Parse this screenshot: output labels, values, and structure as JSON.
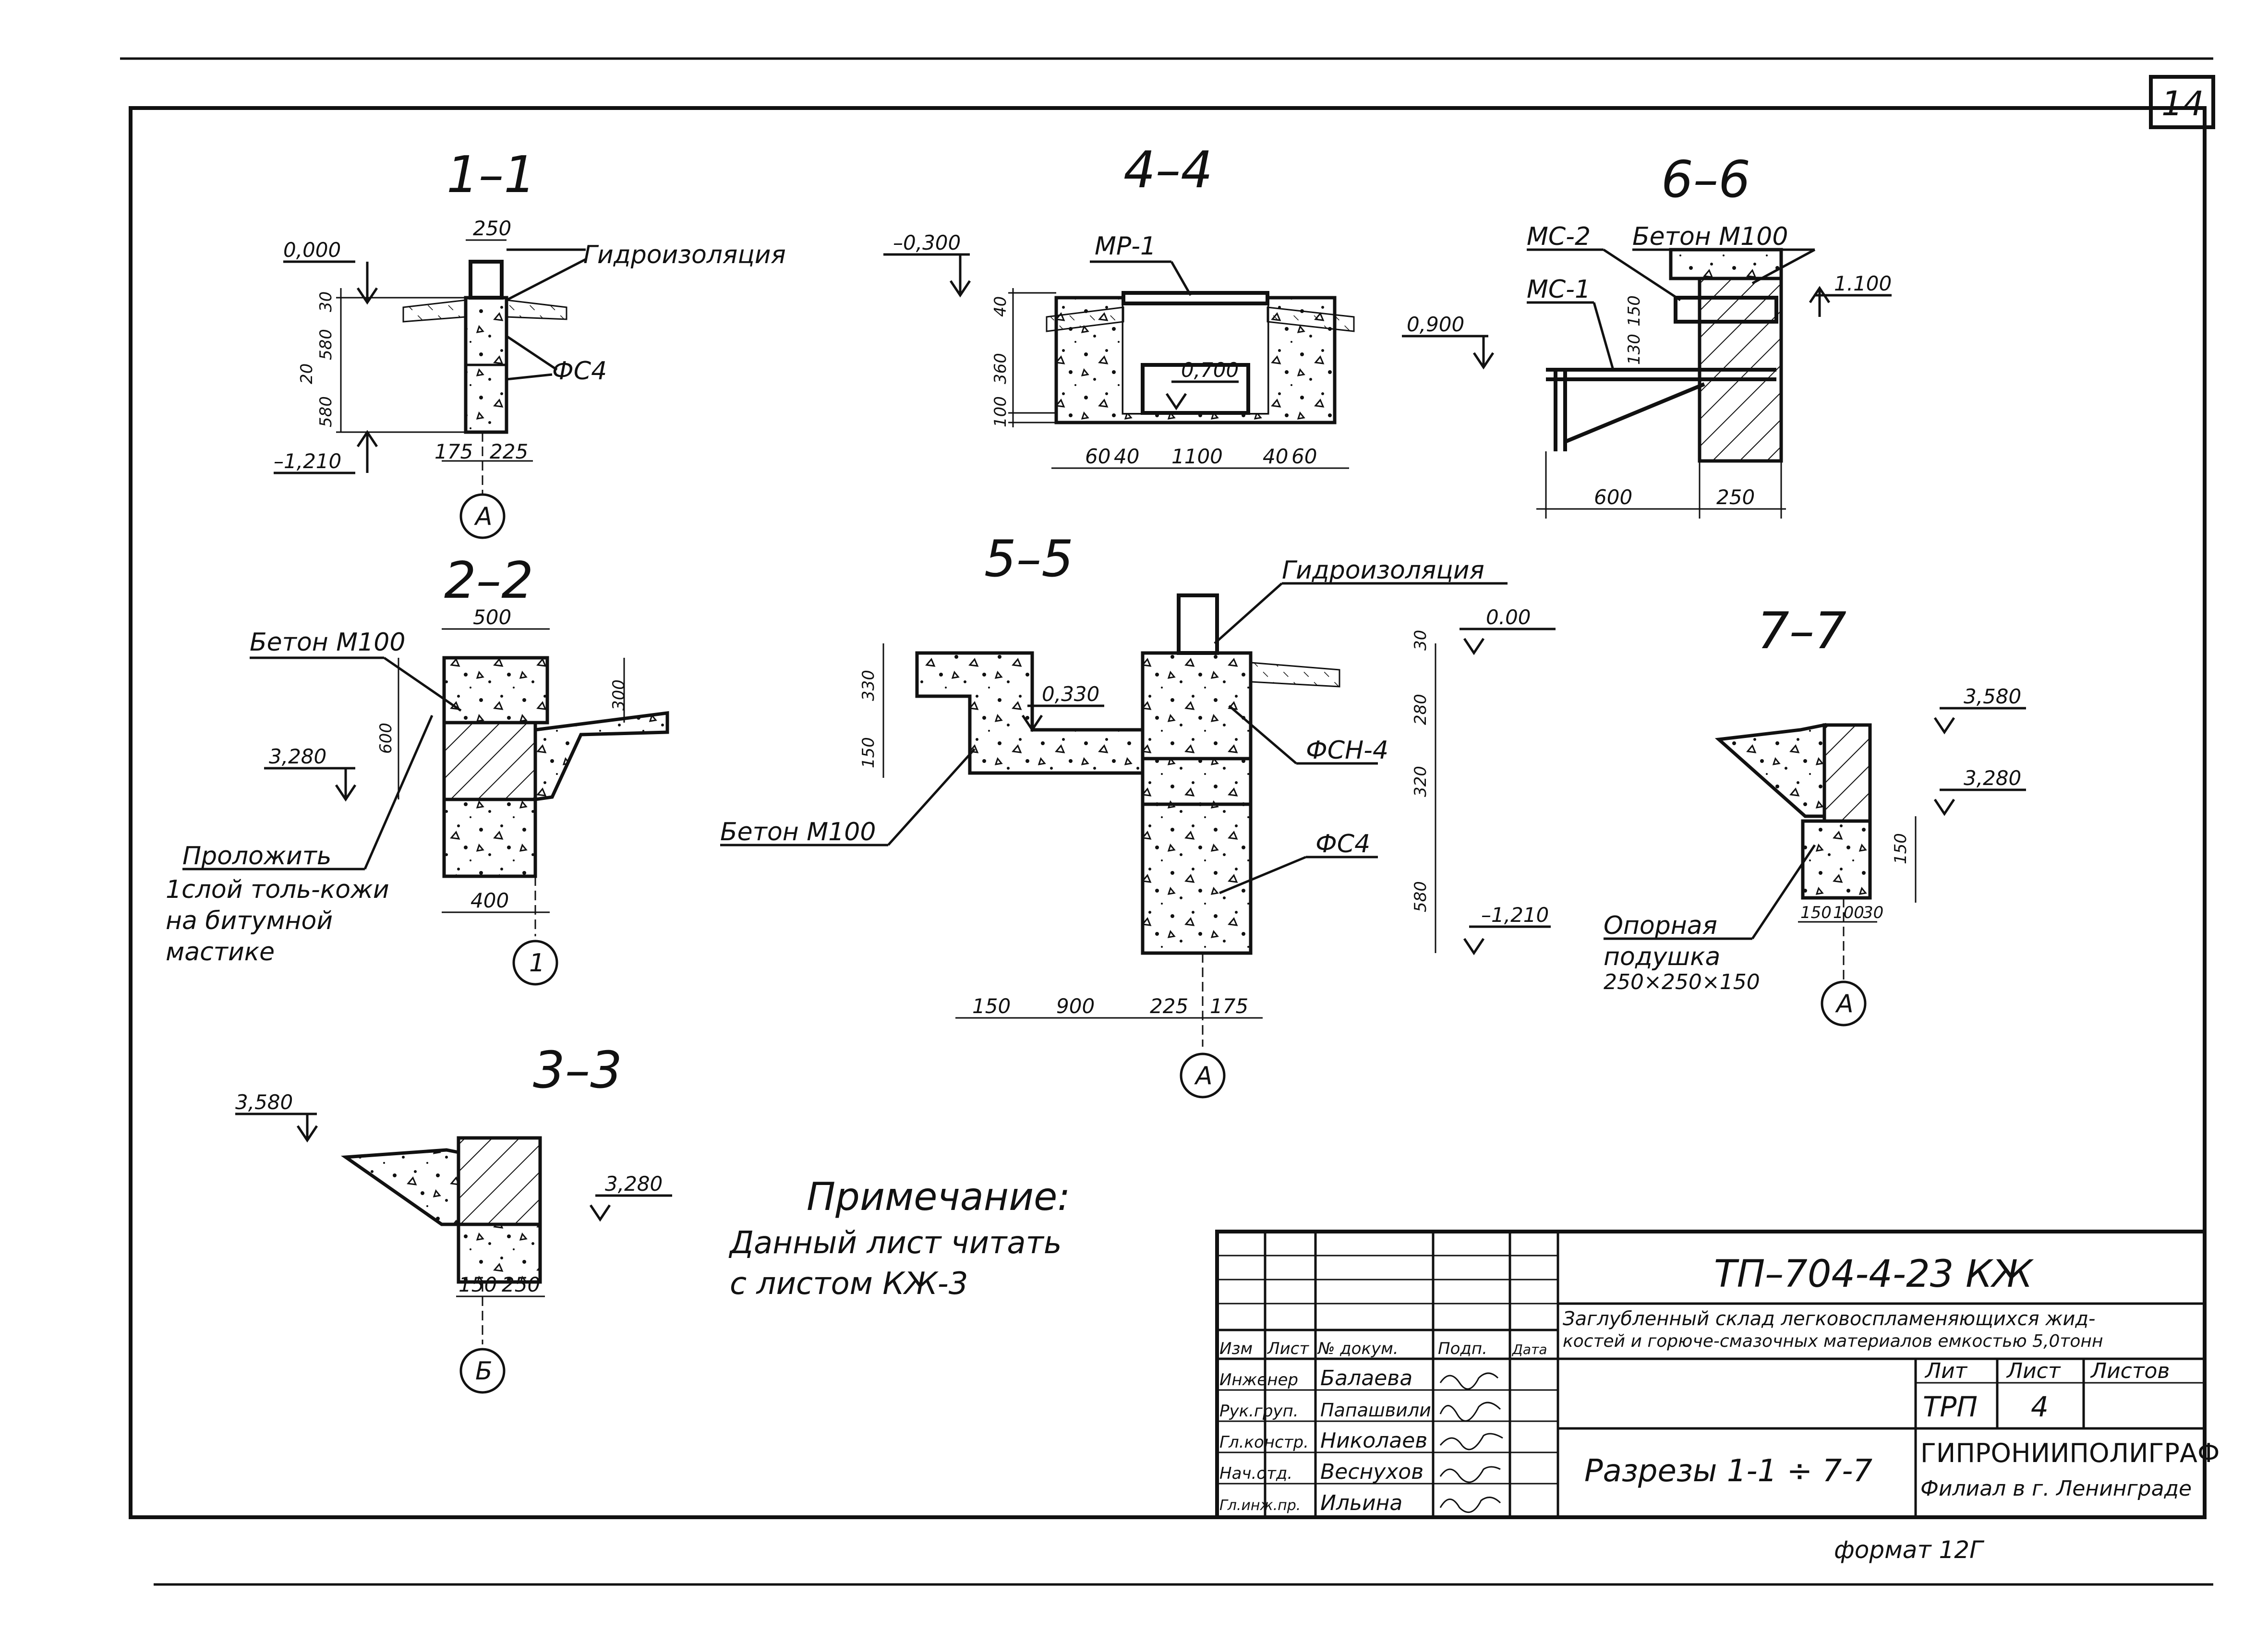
{
  "sheet_number": "14",
  "sections": {
    "s11": {
      "title": "1–1",
      "labels": {
        "waterproofing": "Гидроизоляция",
        "block": "ФС4",
        "width": "250",
        "mark_top": "0,000",
        "mark_bottom": "–1,210",
        "d30": "30",
        "d580a": "580",
        "d20": "20",
        "d580b": "580",
        "d175": "175",
        "d225": "225"
      },
      "axis": "А"
    },
    "s44": {
      "title": "4–4",
      "labels": {
        "plate": "МР-1",
        "mark_top": "–0,300",
        "mark_inner": "0,700",
        "d40": "40",
        "d360": "360",
        "d100": "100",
        "d60a": "60",
        "d40a": "40",
        "d1100": "1100",
        "d40b": "40",
        "d60b": "60"
      }
    },
    "s66": {
      "title": "6–6",
      "labels": {
        "mc2": "МС-2",
        "mc1": "МС-1",
        "concrete": "Бетон М100",
        "mark_a": "0,900",
        "mark_b": "1.100",
        "d150": "150",
        "d130": "130",
        "d600": "600",
        "d250": "250"
      }
    },
    "s22": {
      "title": "2–2",
      "labels": {
        "concrete": "Бетон М100",
        "mark": "3,280",
        "d500": "500",
        "d300": "300",
        "d600": "600",
        "d400": "400",
        "lay1": "Проложить",
        "lay2": "1слой толь-кожи",
        "lay3": "на битумной",
        "lay4": "мастике"
      },
      "axis": "1"
    },
    "s55": {
      "title": "5–5",
      "labels": {
        "waterproofing": "Гидроизоляция",
        "mark_top": "0.00",
        "mark_mid": "0,330",
        "mark_bottom": "–1,210",
        "block1": "ФСН-4",
        "block2": "ФС4",
        "concrete": "Бетон М100",
        "d30": "30",
        "d280": "280",
        "d320": "320",
        "d580": "580",
        "d330": "330",
        "d150v": "150",
        "d150": "150",
        "d900": "900",
        "d225": "225",
        "d175": "175"
      },
      "axis": "А"
    },
    "s77": {
      "title": "7–7",
      "labels": {
        "mark_top": "3,580",
        "mark_mid": "3,280",
        "d150v": "150",
        "d150": "150",
        "d100": "100",
        "d30": "30",
        "pad1": "Опорная",
        "pad2": "подушка",
        "pad3": "250×250×150"
      },
      "axis": "А"
    },
    "s33": {
      "title": "3–3",
      "labels": {
        "mark_top": "3,580",
        "mark_mid": "3,280",
        "d150": "150",
        "d250": "250"
      },
      "axis": "Б"
    }
  },
  "note": {
    "title": "Примечание:",
    "line1": "Данный лист читать",
    "line2": "с листом КЖ-3"
  },
  "title_block": {
    "code": "ТП–704-4-23   КЖ",
    "desc1": "Заглубленный склад легковоспламеняющихся жид-",
    "desc2": "костей и горюче-смазочных материалов емкостью 5,0тонн",
    "headers": [
      "Изм",
      "Лист",
      "№ докум.",
      "Подп.",
      "Дата"
    ],
    "stage_headers": [
      "Лит",
      "Лист",
      "Листов"
    ],
    "stage_values": [
      "ТРП",
      "4",
      ""
    ],
    "sheet_name": "Разрезы 1-1 ÷ 7-7",
    "org1": "ГИПРОНИИПОЛИГРАФ",
    "org2": "Филиал в г. Ленинграде",
    "staff": [
      {
        "role": "Инженер",
        "name": "Балаева"
      },
      {
        "role": "Рук.груп.",
        "name": "Папашвили"
      },
      {
        "role": "Гл.констр.",
        "name": "Николаев"
      },
      {
        "role": "Нач.отд.",
        "name": "Веснухов"
      },
      {
        "role": "Гл.инж.пр.",
        "name": "Ильина"
      }
    ]
  },
  "format": "формат 12Г"
}
